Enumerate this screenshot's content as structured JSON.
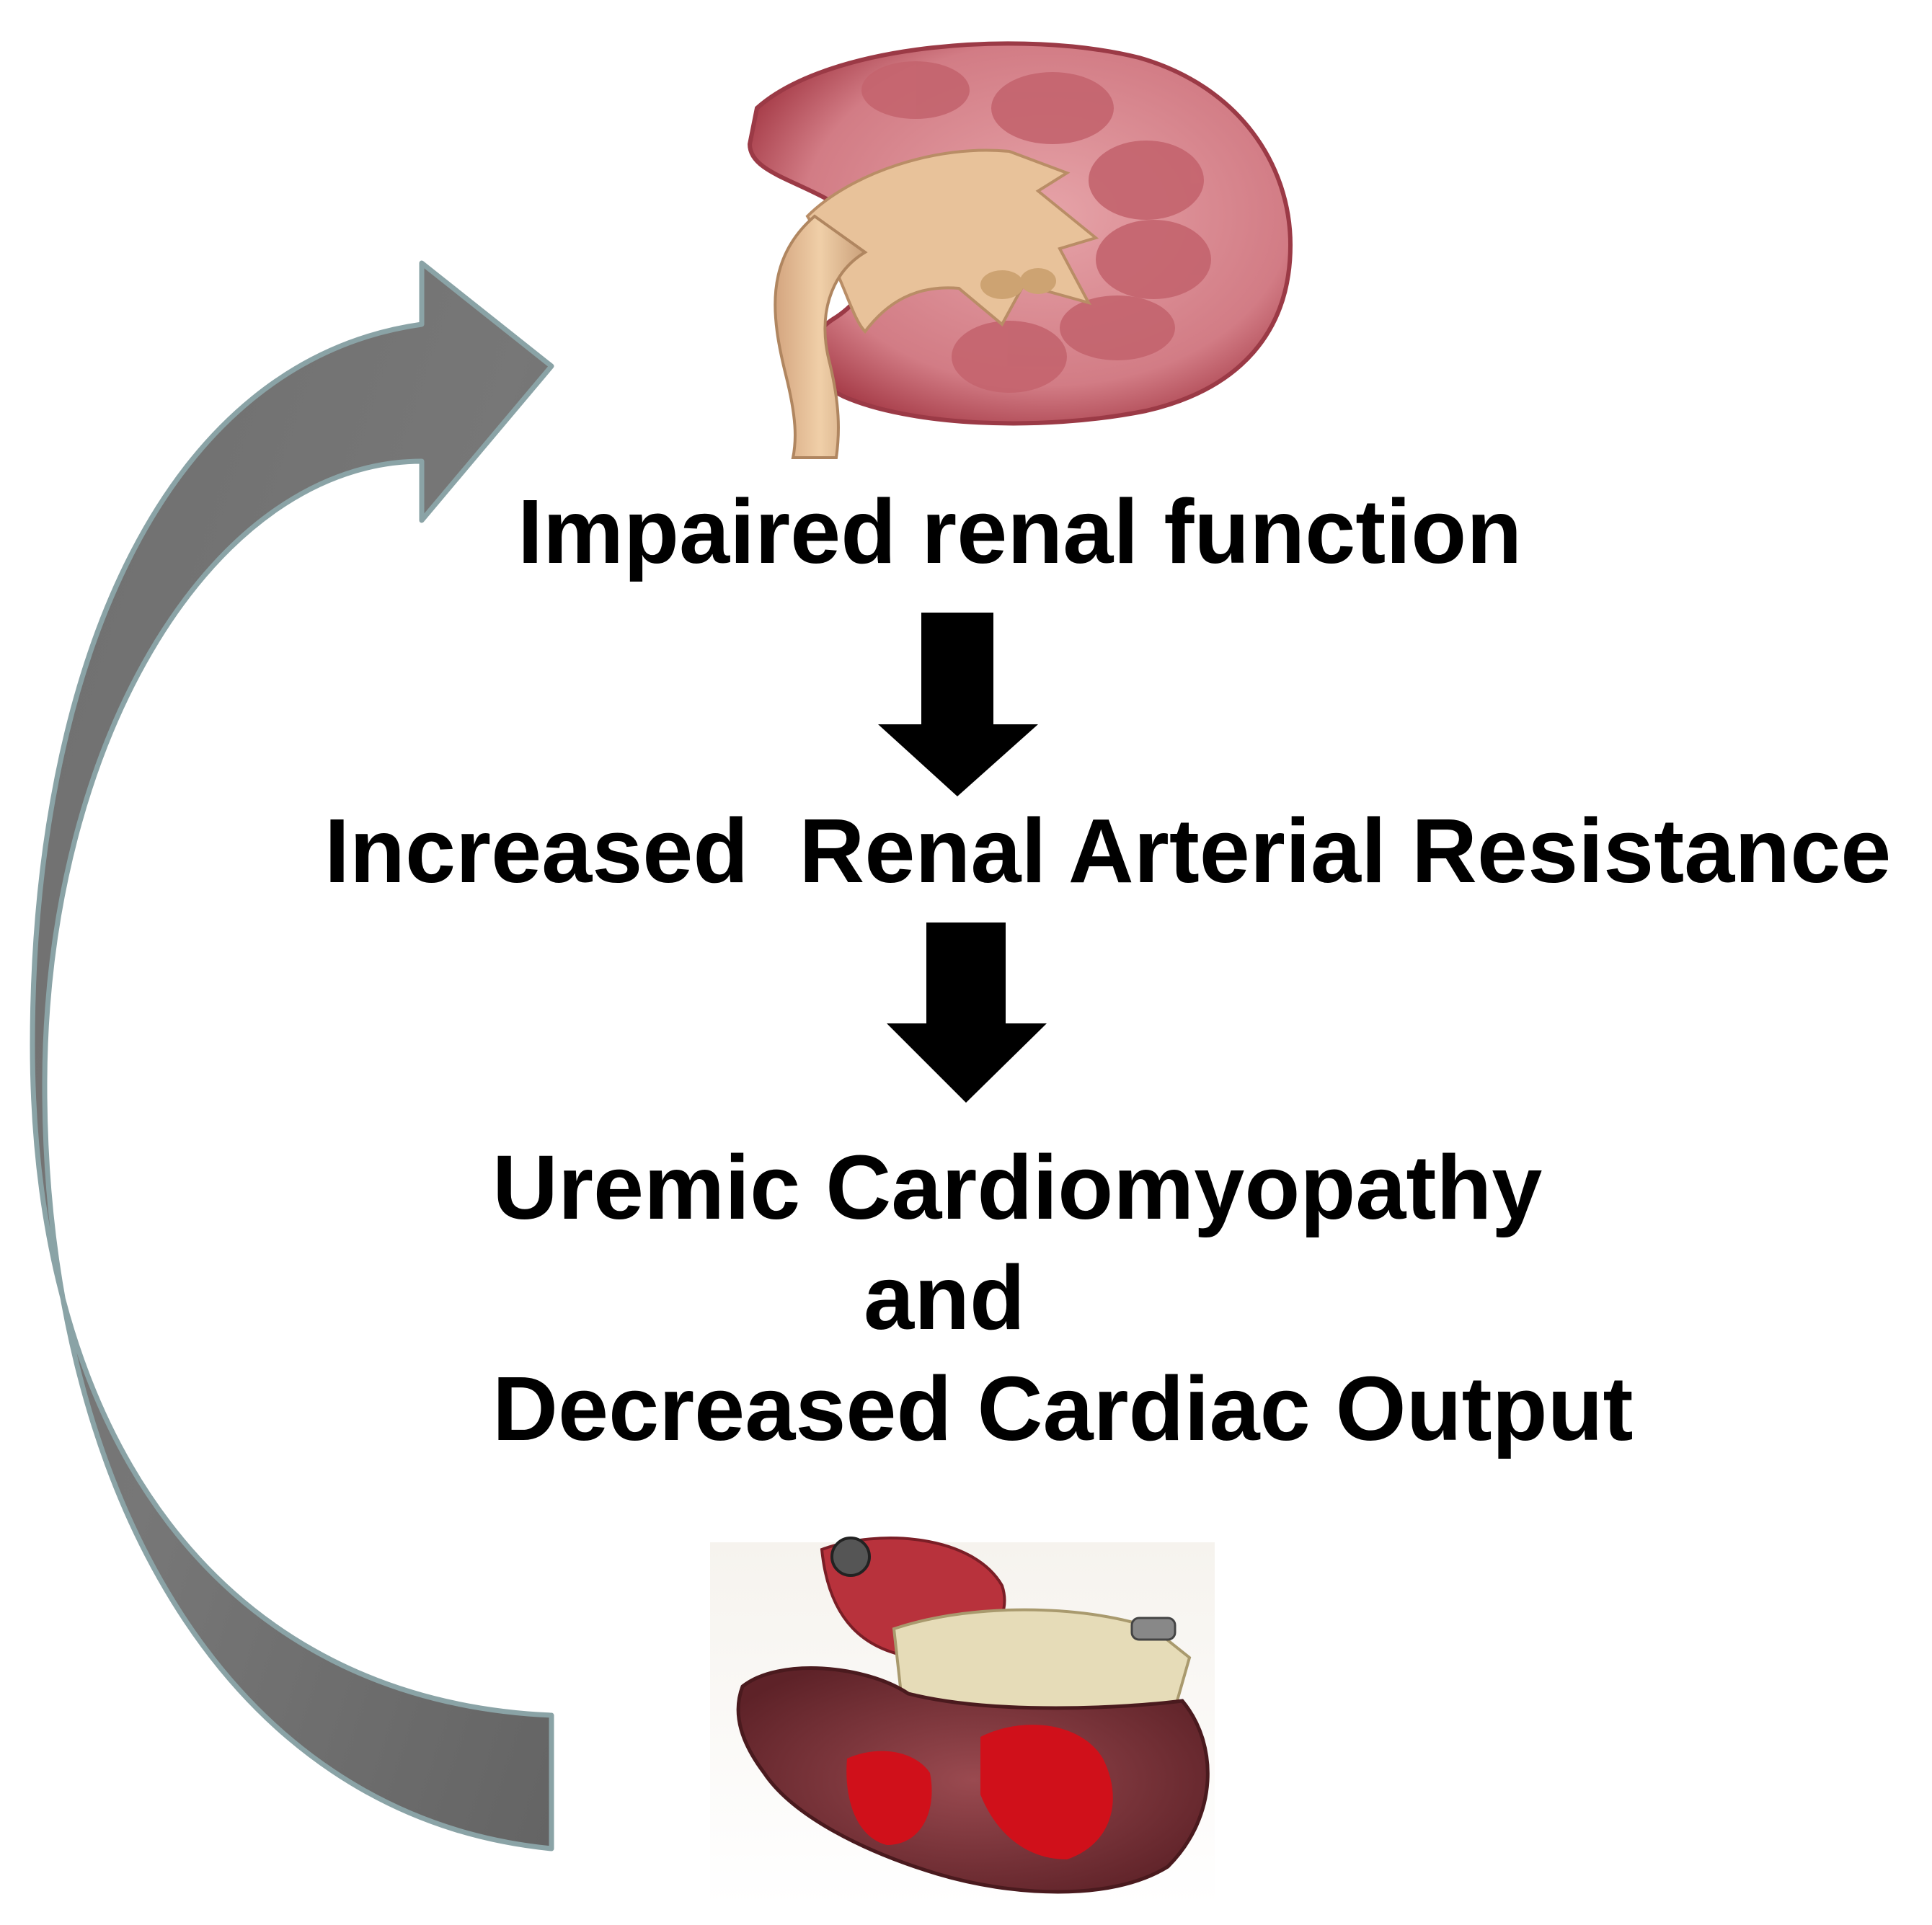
{
  "steps": [
    {
      "text": "Impaired renal function"
    },
    {
      "text": "Increased  Renal Arterial Resistance"
    },
    {
      "text": "Uremic Cardiomyopathy"
    },
    {
      "text": "and"
    },
    {
      "text": "Decreased Cardiac Output"
    }
  ],
  "colors": {
    "text": "#000000",
    "flow_arrow": "#000000",
    "cycle_arrow_fill": "#707070",
    "cycle_arrow_outline": "#8aa3a6",
    "kidney_cortex": "#d98a91",
    "kidney_medulla": "#c4646e",
    "kidney_pelvis": "#e8c29a",
    "heart_muscle": "#7a3238",
    "heart_chamber": "#d0101a"
  },
  "icons": {
    "top": "kidney-cross-section-icon",
    "bottom": "heart-cross-section-icon",
    "cycle": "curved-feedback-arrow-icon"
  }
}
